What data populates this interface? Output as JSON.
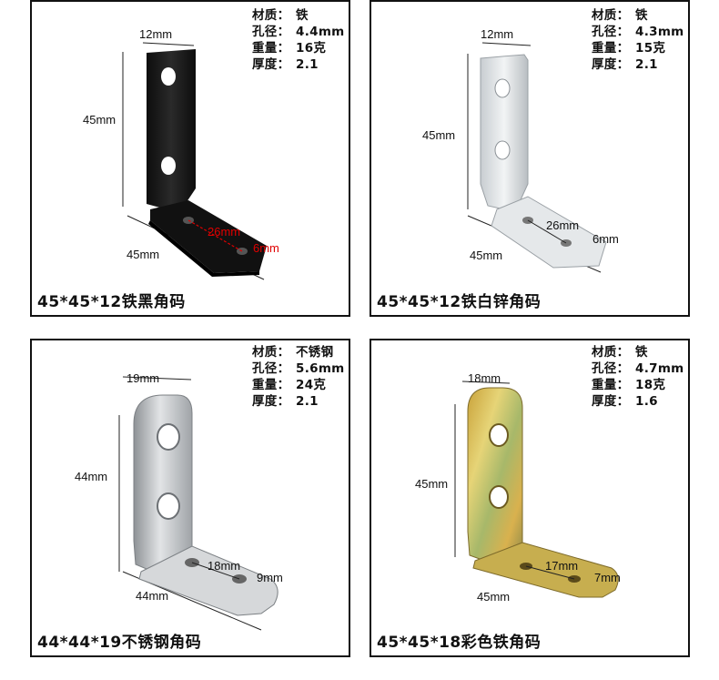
{
  "products": [
    {
      "caption": "45*45*12铁黑角码",
      "specs": [
        {
          "k": "材质：",
          "v": "铁"
        },
        {
          "k": "孔径：",
          "v": "4.4mm"
        },
        {
          "k": "重量：",
          "v": "16克"
        },
        {
          "k": "厚度：",
          "v": "2.1"
        }
      ],
      "dims": {
        "width": "12mm",
        "height": "45mm",
        "length": "45mm",
        "hole_spacing": "26mm",
        "hole_edge": "6mm"
      },
      "finish": "black"
    },
    {
      "caption": "45*45*12铁白锌角码",
      "specs": [
        {
          "k": "材质：",
          "v": "铁"
        },
        {
          "k": "孔径：",
          "v": "4.3mm"
        },
        {
          "k": "重量：",
          "v": "15克"
        },
        {
          "k": "厚度：",
          "v": "2.1"
        }
      ],
      "dims": {
        "width": "12mm",
        "height": "45mm",
        "length": "45mm",
        "hole_spacing": "26mm",
        "hole_edge": "6mm"
      },
      "finish": "white-zinc"
    },
    {
      "caption": "44*44*19不锈钢角码",
      "specs": [
        {
          "k": "材质：",
          "v": "不锈钢"
        },
        {
          "k": "孔径：",
          "v": "5.6mm"
        },
        {
          "k": "重量：",
          "v": "24克"
        },
        {
          "k": "厚度：",
          "v": "2.1"
        }
      ],
      "dims": {
        "width": "19mm",
        "height": "44mm",
        "length": "44mm",
        "hole_spacing": "18mm",
        "hole_edge": "9mm"
      },
      "finish": "stainless"
    },
    {
      "caption": "45*45*18彩色铁角码",
      "specs": [
        {
          "k": "材质：",
          "v": "铁"
        },
        {
          "k": "孔径：",
          "v": "4.7mm"
        },
        {
          "k": "重量：",
          "v": "18克"
        },
        {
          "k": "厚度：",
          "v": "1.6"
        }
      ],
      "dims": {
        "width": "18mm",
        "height": "45mm",
        "length": "45mm",
        "hole_spacing": "17mm",
        "hole_edge": "7mm"
      },
      "finish": "color-zinc"
    }
  ],
  "colors": {
    "border": "#111111",
    "dimension_red": "#e00000",
    "black_finish": "#1a1a1a",
    "white_zinc": "#d9dde0",
    "stainless": "#b8bcc0",
    "color_zinc": "#c9b24a"
  }
}
